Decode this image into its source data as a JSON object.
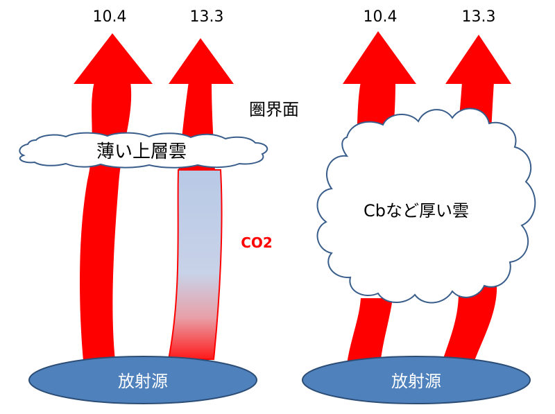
{
  "left_panel": {
    "arrow_labels": [
      "10.4",
      "13.3"
    ],
    "tropopause_label": "圏界面",
    "cloud_label": "薄い上層雲",
    "gas_label": "CO2",
    "source_label": "放射源"
  },
  "right_panel": {
    "arrow_labels": [
      "10.4",
      "13.3"
    ],
    "cloud_label": "Cbなど厚い雲",
    "source_label": "放射源"
  },
  "colors": {
    "arrow_red": "#ff0000",
    "source_fill": "#4f81bd",
    "source_stroke": "#2c4d75",
    "cloud_stroke": "#385d8a",
    "gas_label": "#ff0000",
    "gradient_top": "#b8c9e6",
    "gradient_bottom": "#ff1a1a"
  }
}
